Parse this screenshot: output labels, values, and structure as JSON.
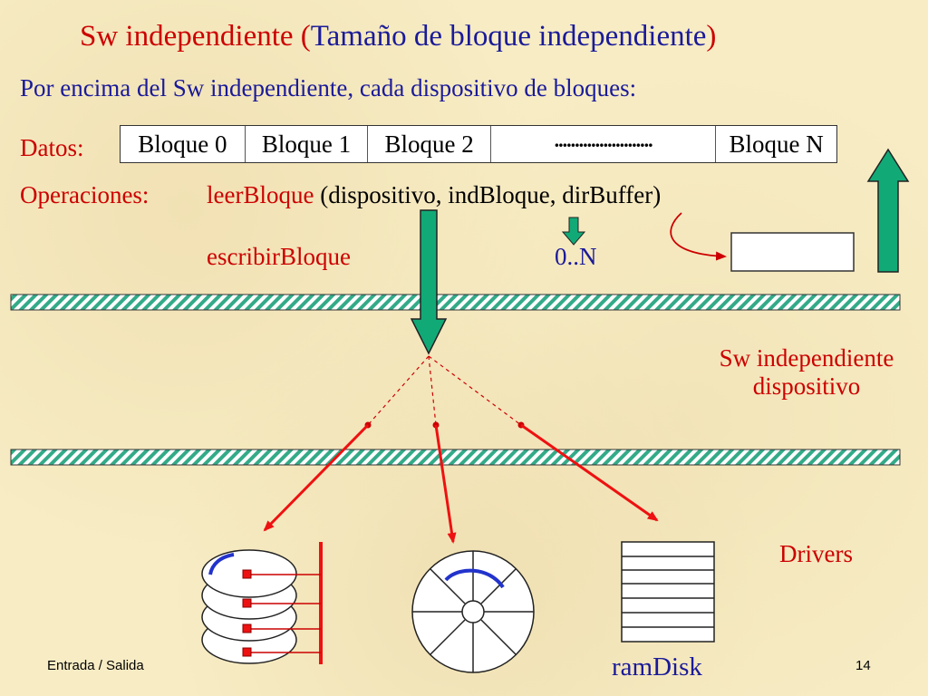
{
  "title": {
    "main": "Sw independiente ",
    "paren_open": "(",
    "inner": "Tamaño de bloque independiente",
    "paren_close": ")"
  },
  "subtitle": "Por encima del Sw independiente, cada dispositivo de bloques:",
  "datos": {
    "label": "Datos:",
    "blocks": [
      "Bloque 0",
      "Bloque 1",
      "Bloque 2",
      "........................",
      "Bloque N"
    ]
  },
  "operaciones": {
    "label": "Operaciones:",
    "op1_name": "leerBloque",
    "op1_args": " (dispositivo, indBloque, dirBuffer)",
    "op2_name": "escribirBloque",
    "range": "0..N"
  },
  "layers": {
    "sw_independiente": "Sw independiente dispositivo",
    "drivers": "Drivers"
  },
  "devices": {
    "ramdisk": "ramDisk"
  },
  "footer": {
    "left": "Entrada / Salida",
    "page": "14"
  },
  "colors": {
    "red": "#cc0000",
    "blue": "#1a1a99",
    "arrow_green": "#11aa77",
    "hatch": "#33aa88"
  }
}
